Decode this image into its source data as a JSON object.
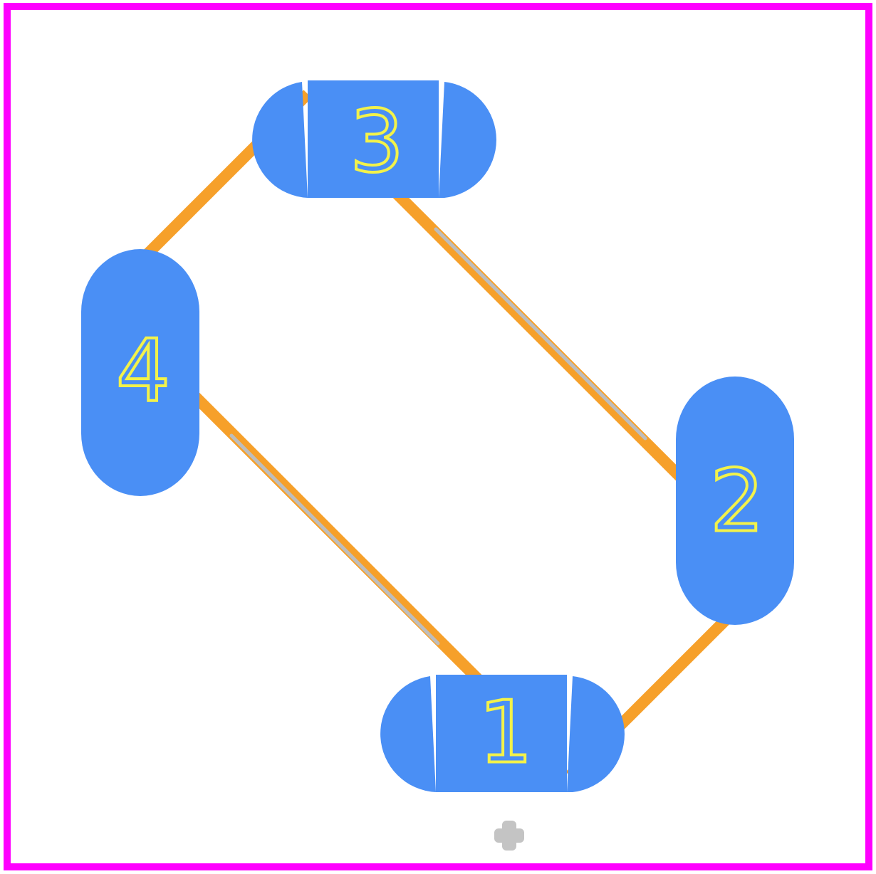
{
  "colors": {
    "boundary": "#ff00ff",
    "silkscreen": "#f6a02a",
    "fab_line": "#bdbdbd",
    "pad": "#4a8ff5",
    "pad_label": "#f2f24a",
    "origin_marker": "#c4c4c4"
  },
  "pads": [
    {
      "id": "pad-1",
      "label": "1"
    },
    {
      "id": "pad-2",
      "label": "2"
    },
    {
      "id": "pad-3",
      "label": "3"
    },
    {
      "id": "pad-4",
      "label": "4"
    }
  ]
}
